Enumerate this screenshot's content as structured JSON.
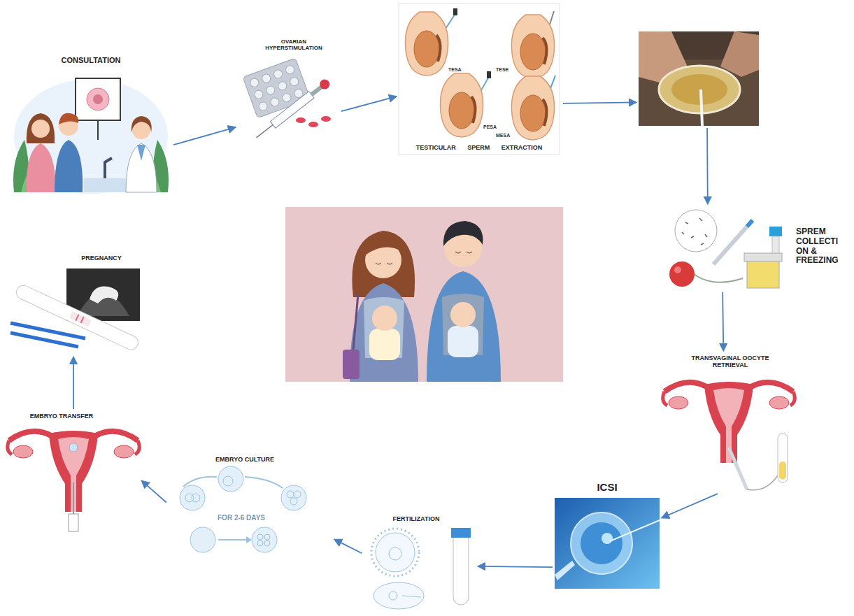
{
  "diagram": {
    "nodes": [
      {
        "text": [
          "CONSULTATION"
        ]
      },
      {
        "text": [
          "OVARIAN HYPERSTIMULATION"
        ]
      },
      {
        "text": [
          "TESTICULAR SPERM EXTRACTION"
        ]
      },
      {
        "text": []
      },
      {
        "text": [
          "SPREM COLLECTI ON & FREEZING"
        ]
      },
      {
        "text": [
          "TRANSVAGINAL OOCYTE RETRIEVAL"
        ]
      },
      {
        "text": [
          "ICSI"
        ]
      },
      {
        "text": [
          "FERTILIZATION"
        ]
      },
      {
        "text": [
          "EMBRYO CULTURE",
          "FOR 2-6 DAYS"
        ]
      },
      {
        "text": [
          "EMBRYO TRANSFER"
        ]
      },
      {
        "text": [
          "PREGNANCY"
        ]
      }
    ],
    "edges": [
      {
        "from": 0,
        "to": 1,
        "arrow": "to"
      },
      {
        "from": 1,
        "to": 2,
        "arrow": "to"
      },
      {
        "from": 2,
        "to": 3,
        "arrow": "to"
      },
      {
        "from": 3,
        "to": 4,
        "arrow": "to"
      },
      {
        "from": 4,
        "to": 5,
        "arrow": "to"
      },
      {
        "from": 5,
        "to": 6,
        "arrow": "to"
      },
      {
        "from": 6,
        "to": 7,
        "arrow": "to"
      },
      {
        "from": 7,
        "to": 8,
        "arrow": "to"
      },
      {
        "from": 8,
        "to": 9,
        "arrow": "to"
      },
      {
        "from": 9,
        "to": 10,
        "arrow": "to"
      }
    ],
    "labels": [
      "TESA",
      "TESE",
      "PESA",
      "MESA"
    ]
  }
}
